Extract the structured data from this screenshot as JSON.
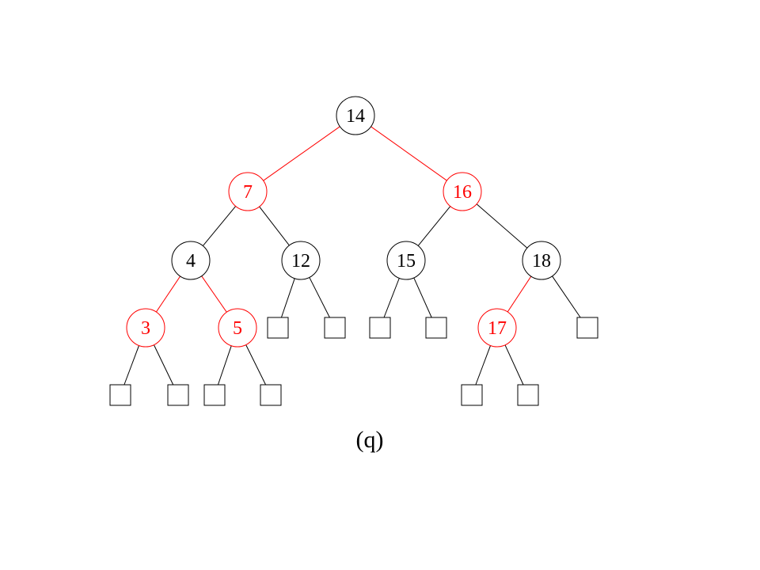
{
  "colors": {
    "red": "#ff0000",
    "black": "#000000",
    "background": "#ffffff"
  },
  "tree": {
    "nodes": [
      {
        "id": "n14",
        "key": "14",
        "color": "black"
      },
      {
        "id": "n7",
        "key": "7",
        "color": "red"
      },
      {
        "id": "n16",
        "key": "16",
        "color": "red"
      },
      {
        "id": "n4",
        "key": "4",
        "color": "black"
      },
      {
        "id": "n12",
        "key": "12",
        "color": "black"
      },
      {
        "id": "n15",
        "key": "15",
        "color": "black"
      },
      {
        "id": "n18",
        "key": "18",
        "color": "black"
      },
      {
        "id": "n3",
        "key": "3",
        "color": "red"
      },
      {
        "id": "n5",
        "key": "5",
        "color": "red"
      },
      {
        "id": "n17",
        "key": "17",
        "color": "red"
      }
    ],
    "nil_leaves": [
      {
        "id": "L1"
      },
      {
        "id": "L2"
      },
      {
        "id": "L3"
      },
      {
        "id": "L4"
      },
      {
        "id": "L5"
      },
      {
        "id": "L6"
      },
      {
        "id": "L7"
      },
      {
        "id": "L8"
      },
      {
        "id": "L9"
      },
      {
        "id": "L10"
      },
      {
        "id": "L11"
      },
      {
        "id": "L12"
      }
    ],
    "edges": [
      {
        "from": "n14",
        "to": "n7",
        "color": "red"
      },
      {
        "from": "n14",
        "to": "n16",
        "color": "red"
      },
      {
        "from": "n7",
        "to": "n4",
        "color": "black"
      },
      {
        "from": "n7",
        "to": "n12",
        "color": "black"
      },
      {
        "from": "n16",
        "to": "n15",
        "color": "black"
      },
      {
        "from": "n16",
        "to": "n18",
        "color": "black"
      },
      {
        "from": "n4",
        "to": "n3",
        "color": "red"
      },
      {
        "from": "n4",
        "to": "n5",
        "color": "red"
      },
      {
        "from": "n12",
        "to": "L1",
        "color": "black"
      },
      {
        "from": "n12",
        "to": "L2",
        "color": "black"
      },
      {
        "from": "n15",
        "to": "L3",
        "color": "black"
      },
      {
        "from": "n15",
        "to": "L4",
        "color": "black"
      },
      {
        "from": "n18",
        "to": "n17",
        "color": "red"
      },
      {
        "from": "n18",
        "to": "L5",
        "color": "black"
      },
      {
        "from": "n3",
        "to": "L6",
        "color": "black"
      },
      {
        "from": "n3",
        "to": "L7",
        "color": "black"
      },
      {
        "from": "n5",
        "to": "L8",
        "color": "black"
      },
      {
        "from": "n5",
        "to": "L9",
        "color": "black"
      },
      {
        "from": "n17",
        "to": "L10",
        "color": "black"
      },
      {
        "from": "n17",
        "to": "L11",
        "color": "black"
      }
    ]
  },
  "caption": "(q)"
}
